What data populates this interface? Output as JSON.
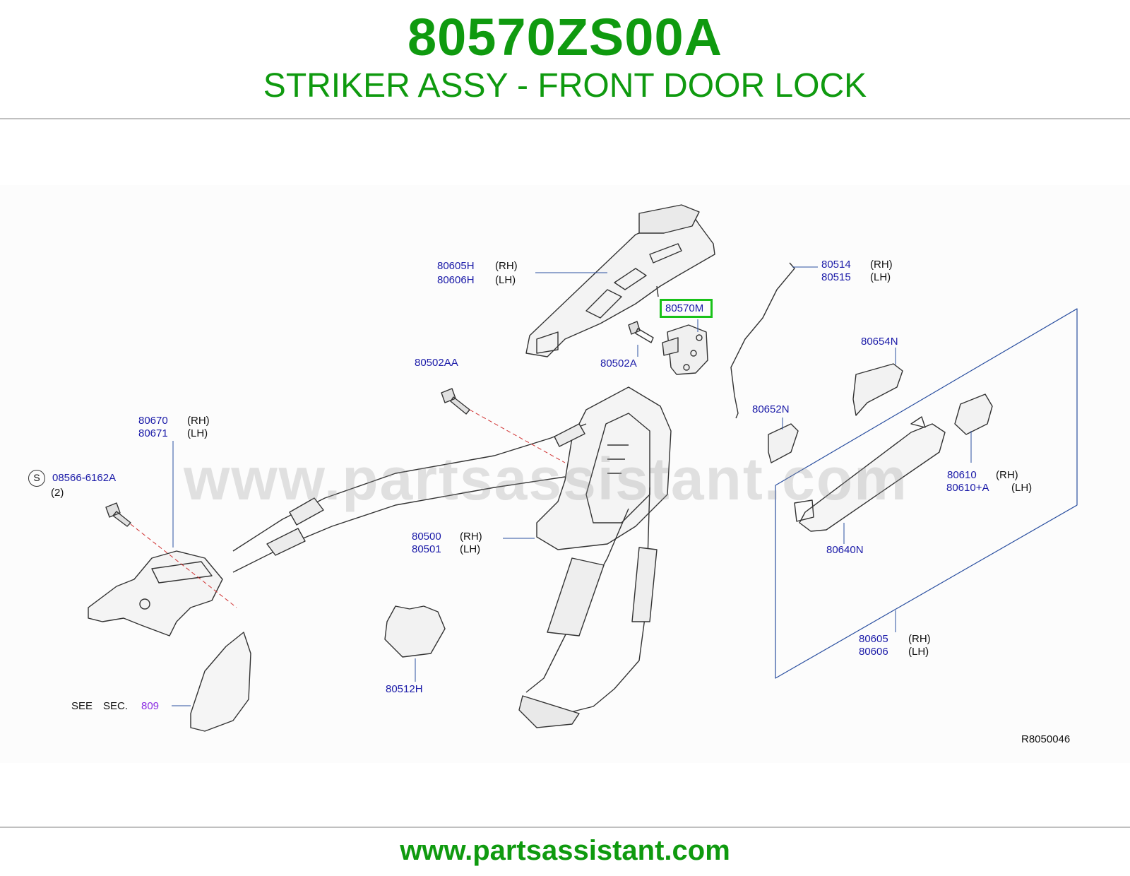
{
  "header": {
    "part_number": "80570ZS00A",
    "description": "STRIKER ASSY - FRONT DOOR LOCK"
  },
  "diagram": {
    "watermark": "www.partsassistant.com",
    "reference_code": "R8050046",
    "highlighted_part": "80570M",
    "callouts": {
      "c80605H": "80605H",
      "c80606H": "80606H",
      "c80514": "80514",
      "c80515": "80515",
      "c80570M": "80570M",
      "c80502A": "80502A",
      "c80502AA": "80502AA",
      "c80654N": "80654N",
      "c80652N": "80652N",
      "c80670": "80670",
      "c80671": "80671",
      "c08566": "08566-6162A",
      "c80610": "80610",
      "c80610A": "80610+A",
      "c80500": "80500",
      "c80501": "80501",
      "c80640N": "80640N",
      "c80605": "80605",
      "c80606": "80606",
      "c80512H": "80512H",
      "c809": "809"
    },
    "side_labels": {
      "rh": "(RH)",
      "lh": "(LH)"
    },
    "qty": "(2)",
    "s_symbol": "S",
    "see_text": "SEE",
    "sec_text": "SEC."
  },
  "footer": {
    "url": "www.partsassistant.com"
  },
  "colors": {
    "brand_green": "#0f9a0f",
    "callout_blue": "#1a1aa8",
    "highlight_green": "#19c219",
    "section_purple": "#8a2be2"
  }
}
